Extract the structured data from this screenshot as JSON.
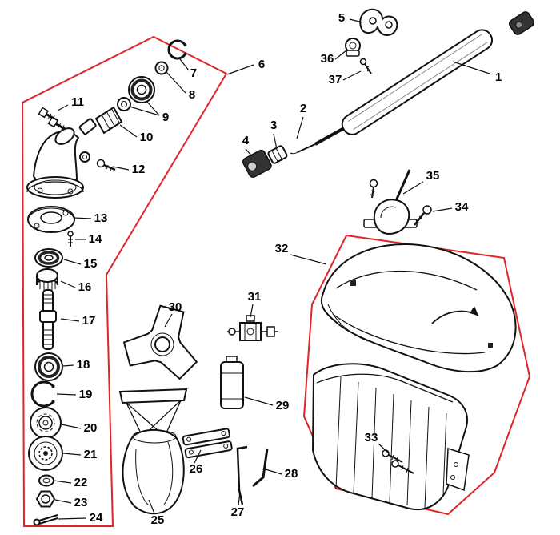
{
  "colors": {
    "group_outline": "#e02528",
    "ink": "#111111"
  },
  "labels": {
    "1": "1",
    "2": "2",
    "3": "3",
    "4": "4",
    "5": "5",
    "6": "6",
    "7": "7",
    "8": "8",
    "9": "9",
    "10": "10",
    "11": "11",
    "12": "12",
    "13": "13",
    "14": "14",
    "15": "15",
    "16": "16",
    "17": "17",
    "18": "18",
    "19": "19",
    "20": "20",
    "21": "21",
    "22": "22",
    "23": "23",
    "24": "24",
    "25": "25",
    "26": "26",
    "27": "27",
    "28": "28",
    "29": "29",
    "30": "30",
    "31": "31",
    "32": "32",
    "33": "33",
    "34": "34",
    "35": "35",
    "36": "36",
    "37": "37"
  }
}
